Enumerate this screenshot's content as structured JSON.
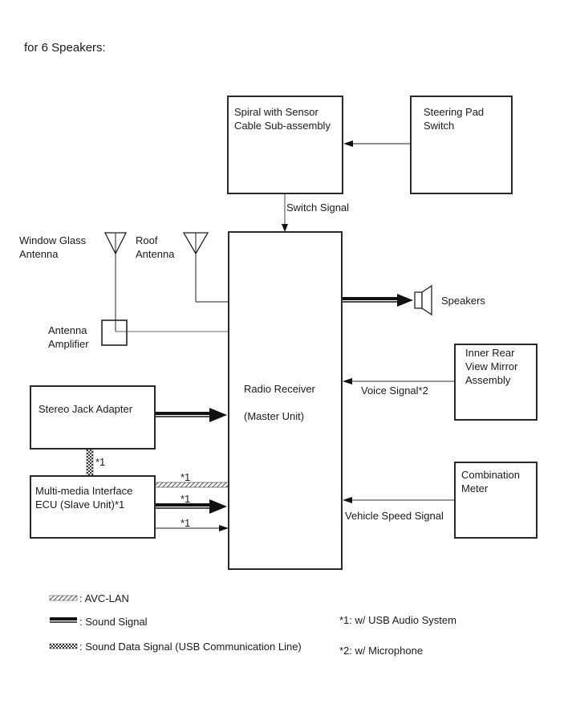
{
  "heading": "for 6 Speakers:",
  "components": {
    "spiral": "Spiral with Sensor\nCable Sub-assembly",
    "steering": "Steering Pad\nSwitch",
    "radio_line1": "Radio Receiver",
    "radio_line2": "(Master Unit)",
    "window_antenna": "Window Glass\nAntenna",
    "roof_antenna": "Roof\nAntenna",
    "antenna_amp": "Antenna\nAmplifier",
    "speakers": "Speakers",
    "mirror": "Inner Rear\nView Mirror\nAssembly",
    "stereo_jack": "Stereo Jack Adapter",
    "mmi_ecu": "Multi-media Interface\nECU (Slave Unit)*1",
    "combination_meter": "Combination\nMeter"
  },
  "signals": {
    "switch_signal": "Switch Signal",
    "voice_signal": "Voice Signal*2",
    "vehicle_speed": "Vehicle Speed Signal",
    "note_usb_vertical": "*1",
    "note_avc": "*1",
    "note_sound": "*1",
    "note_thin": "*1"
  },
  "legend": {
    "avc_lan": ": AVC-LAN",
    "sound_signal": ": Sound Signal",
    "sound_data": ": Sound Data Signal (USB Communication Line)"
  },
  "notes": {
    "n1": "*1: w/ USB Audio System",
    "n2": "*2: w/ Microphone"
  }
}
